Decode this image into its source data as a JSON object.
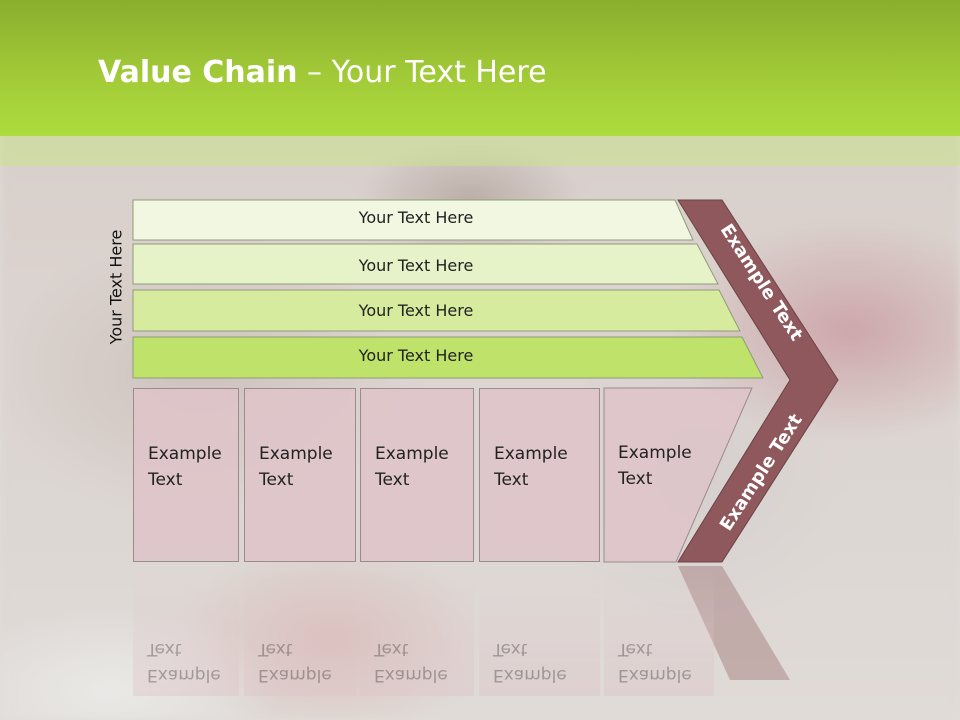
{
  "slide": {
    "title_bold": "Value Chain",
    "title_rest": " – Your Text Here",
    "side_label": "Your Text Here"
  },
  "bars": [
    {
      "label": "Your Text Here",
      "fill": "#f1f7e1"
    },
    {
      "label": "Your Text Here",
      "fill": "#e6f2c7"
    },
    {
      "label": "Your Text Here",
      "fill": "#d7eb9e"
    },
    {
      "label": "Your Text Here",
      "fill": "#bfe26a"
    }
  ],
  "boxes": [
    {
      "label": "Example\nText"
    },
    {
      "label": "Example\nText"
    },
    {
      "label": "Example\nText"
    },
    {
      "label": "Example\nText"
    },
    {
      "label": "Example\nText"
    }
  ],
  "chevron": {
    "upper_label": "Example Text",
    "lower_label": "Example Text",
    "fill": "#8e585c"
  }
}
